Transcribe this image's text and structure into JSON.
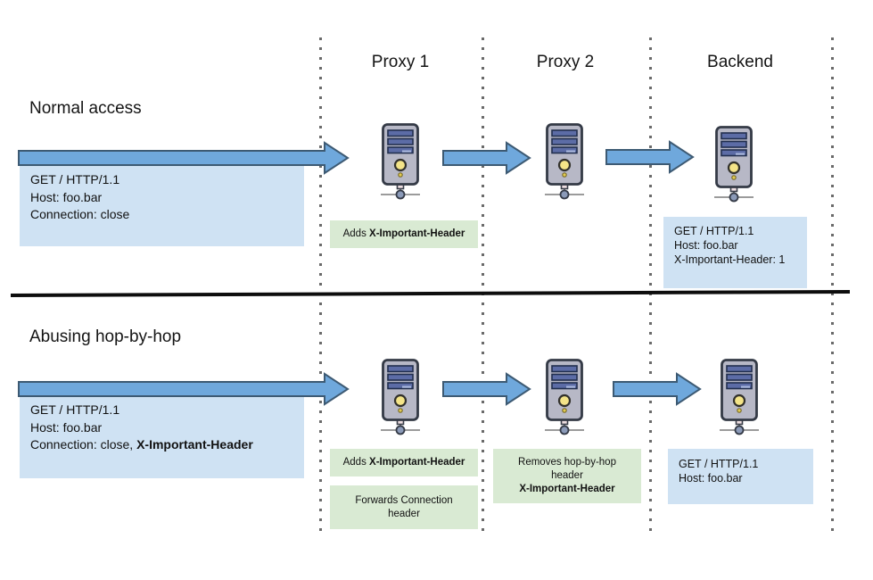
{
  "titles": {
    "normal": "Normal access",
    "abuse": "Abusing hop-by-hop"
  },
  "columns": {
    "proxy1": "Proxy 1",
    "proxy2": "Proxy 2",
    "backend": "Backend"
  },
  "normal": {
    "client_request": {
      "line1": "GET / HTTP/1.1",
      "line2": "Host: foo.bar",
      "line3": "Connection: close"
    },
    "proxy1_note": {
      "prefix": "Adds ",
      "bold": "X-Important-Header"
    },
    "backend_request": {
      "line1": "GET / HTTP/1.1",
      "line2": "Host: foo.bar",
      "line3": "X-Important-Header: 1"
    }
  },
  "abuse": {
    "client_request": {
      "line1": "GET / HTTP/1.1",
      "line2": "Host: foo.bar",
      "line3_prefix": "Connection: close, ",
      "line3_bold": "X-Important-Header"
    },
    "proxy1_note_add": {
      "prefix": "Adds ",
      "bold": "X-Important-Header"
    },
    "proxy1_note_forward": {
      "line1": "Forwards Connection",
      "line2": "header"
    },
    "proxy2_note_remove": {
      "line1": "Removes hop-by-hop",
      "line2": "header",
      "line3_bold": "X-Important-Header"
    },
    "backend_request": {
      "line1": "GET / HTTP/1.1",
      "line2": "Host: foo.bar"
    }
  },
  "colors": {
    "arrow_fill": "#6fa8dc",
    "arrow_stroke": "#3d5a73",
    "request_box": "#cfe2f3",
    "note_box": "#d9ead3",
    "divider": "#0d0d0d",
    "dotted_line": "#6a6a6a"
  }
}
